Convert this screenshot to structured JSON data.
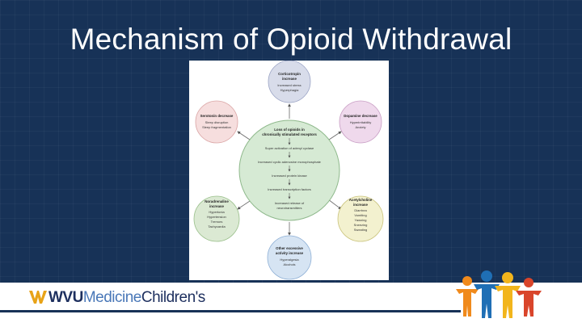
{
  "slide": {
    "title": "Mechanism of Opioid Withdrawal"
  },
  "footer": {
    "brand_wvu": "WVU",
    "brand_medicine": "Medicine",
    "brand_childrens": "Children's"
  },
  "diagram": {
    "center_title_1": "Loss of opioids in",
    "center_title_2": "chronically stimulated receptors",
    "cascade": [
      "Super activation of adenyl cyclase",
      "Increased cyclic adenosine monophosphate",
      "Increased protein kinase",
      "Increased transcription factors",
      "Increased release of",
      "neurotransmitters"
    ],
    "nodes": {
      "corticotropin": {
        "title": [
          "Corticotropin",
          "increase"
        ],
        "body": [
          "Increased stress",
          "Hyperphagia"
        ]
      },
      "dopamine": {
        "title": [
          "Dopamine decrease"
        ],
        "body": [
          "Hyperirritability",
          "Anxiety"
        ]
      },
      "acetylcholine": {
        "title": [
          "Acetylcholine",
          "increase"
        ],
        "body": [
          "Diarrhea",
          "Vomiting",
          "Yawning",
          "Sneezing",
          "Sweating"
        ]
      },
      "other": {
        "title": [
          "Other excessive",
          "activity increase"
        ],
        "body": [
          "Hyperalgesia",
          "Alcohols"
        ]
      },
      "noradrenaline": {
        "title": [
          "Noradrenaline",
          "increase"
        ],
        "body": [
          "Hypertonia",
          "Hypertension",
          "Tremors",
          "Tachycardia"
        ]
      },
      "serotonin": {
        "title": [
          "Serotonin decrease"
        ],
        "body": [
          "Sleep disruption",
          "Sleep fragmentation"
        ]
      }
    },
    "colors": {
      "center": "#d6ead4",
      "corticotropin": "#d8dcea",
      "dopamine": "#efd9ec",
      "acetylcholine": "#f3f1cf",
      "other": "#d6e4f3",
      "noradrenaline": "#dbe9d3",
      "serotonin": "#f6dede"
    }
  }
}
